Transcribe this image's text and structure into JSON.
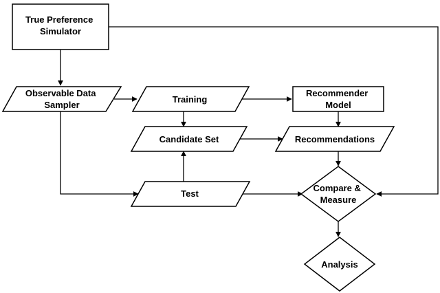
{
  "nodes": {
    "true_preference_simulator": [
      "True Preference",
      "Simulator"
    ],
    "observable_data_sampler": [
      "Observable Data",
      "Sampler"
    ],
    "training": [
      "Training"
    ],
    "recommender_model": [
      "Recommender",
      "Model"
    ],
    "candidate_set": [
      "Candidate Set"
    ],
    "recommendations": [
      "Recommendations"
    ],
    "test": [
      "Test"
    ],
    "compare_measure": [
      "Compare &",
      "Measure"
    ],
    "analysis": [
      "Analysis"
    ]
  }
}
